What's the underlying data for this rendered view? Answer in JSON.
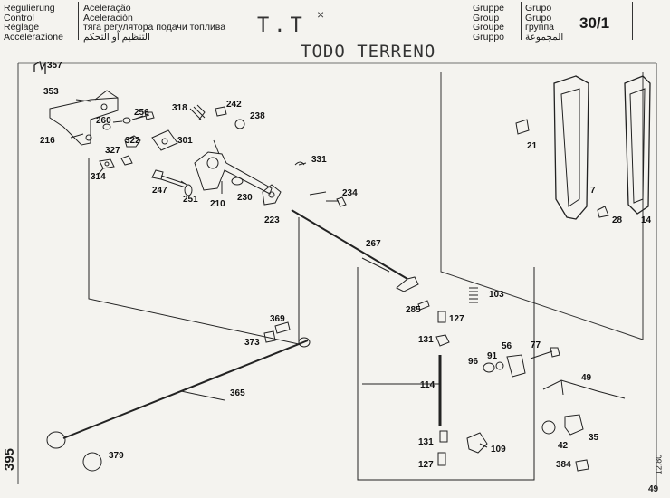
{
  "header": {
    "col1": [
      "Regulierung",
      "Control",
      "Réglage",
      "Accelerazione"
    ],
    "col2": [
      "Aceleração",
      "Aceleración",
      "тяга регулятора подачи топлива",
      "التنظيم أو التحكم"
    ],
    "col3": [
      "Gruppe",
      "Group",
      "Groupe",
      "Gruppo"
    ],
    "col4": [
      "Grupo",
      "Grupo",
      "группа",
      "المجموعة"
    ],
    "group_number": "30/1"
  },
  "handwriting": {
    "tt": "T.T",
    "x_mark": "×",
    "todo_terreno": "TODO TERRENO"
  },
  "side_page": "395",
  "footer": {
    "code": "12.80",
    "page": "49"
  },
  "parts": [
    "357",
    "353",
    "256",
    "260",
    "216",
    "322",
    "327",
    "318",
    "242",
    "238",
    "301",
    "314",
    "247",
    "251",
    "230",
    "210",
    "331",
    "223",
    "234",
    "267",
    "21",
    "7",
    "28",
    "14",
    "103",
    "285",
    "127",
    "369",
    "373",
    "131",
    "96",
    "91",
    "56",
    "77",
    "49",
    "114",
    "365",
    "379",
    "131",
    "127",
    "109",
    "42",
    "35",
    "384"
  ]
}
